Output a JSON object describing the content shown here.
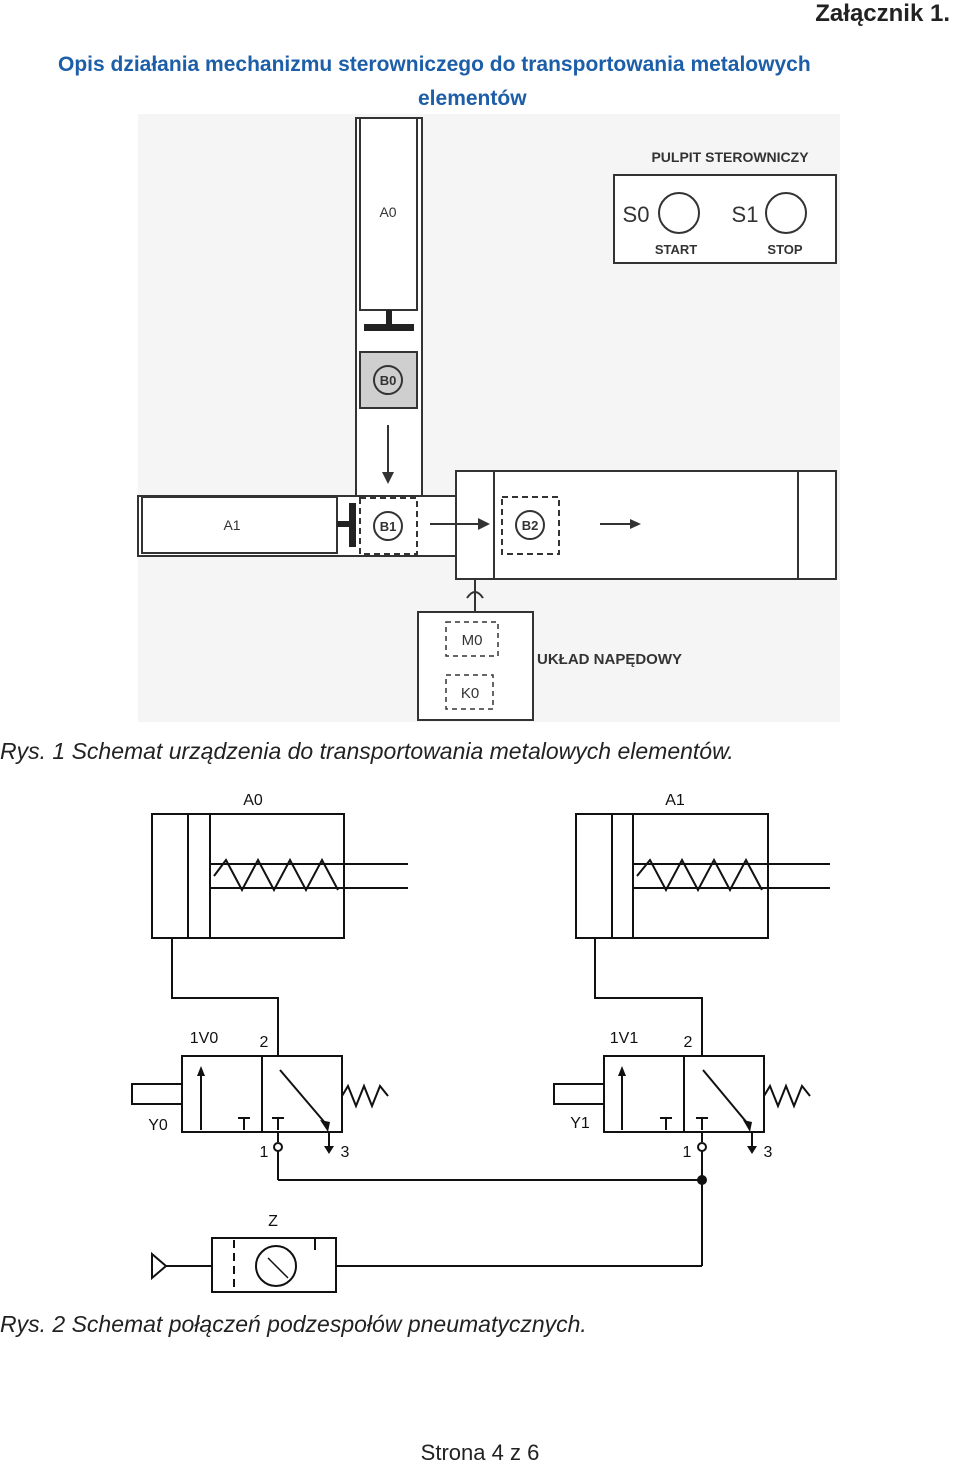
{
  "annex": "Załącznik 1.",
  "title": {
    "line1": "Opis działania mechanizmu sterowniczego do transportowania metalowych",
    "line2": "elementów"
  },
  "figure1": {
    "cylinder_a0": "A0",
    "cylinder_a1": "A1",
    "sensor_b0": "B0",
    "sensor_b1": "B1",
    "sensor_b2": "B2",
    "panel_title": "PULPIT STEROWNICZY",
    "button_s0": "S0",
    "button_s0_label": "START",
    "button_s1": "S1",
    "button_s1_label": "STOP",
    "motor_m0": "M0",
    "contactor_k0": "K0",
    "drive_label": "UKŁAD NAPĘDOWY",
    "caption": "Rys. 1 Schemat urządzenia do transportowania metalowych elementów."
  },
  "figure2": {
    "cyl_a0": "A0",
    "cyl_a1": "A1",
    "valve_1v0": "1V0",
    "valve_1v1": "1V1",
    "port2_left": "2",
    "port2_right": "2",
    "port1_left": "1",
    "port1_right": "1",
    "port3_left": "3",
    "port3_right": "3",
    "sol_y0": "Y0",
    "sol_y1": "Y1",
    "unit_z": "Z",
    "caption": "Rys. 2 Schemat połączeń podzespołów pneumatycznych."
  },
  "footer": "Strona 4 z 6"
}
